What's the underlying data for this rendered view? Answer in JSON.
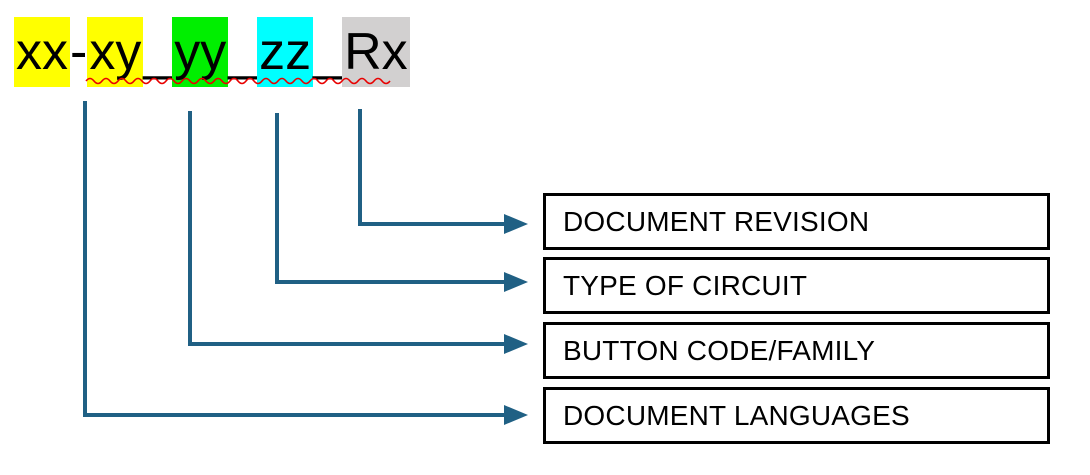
{
  "code": {
    "full_text": "xx-xy_yy_zz_Rx",
    "segments": [
      {
        "text": "xx",
        "highlight": "yellow"
      },
      {
        "text": "-",
        "highlight": "none"
      },
      {
        "text": "xy",
        "highlight": "yellow"
      },
      {
        "text": "_",
        "highlight": "none"
      },
      {
        "text": "yy",
        "highlight": "green"
      },
      {
        "text": "_",
        "highlight": "none"
      },
      {
        "text": "zz",
        "highlight": "cyan"
      },
      {
        "text": "_",
        "highlight": "none"
      },
      {
        "text": "Rx",
        "highlight": "gray"
      }
    ],
    "spellcheck_note": "red wavy underline under xy_yy_zz_Rx"
  },
  "legend": [
    {
      "label": "DOCUMENT REVISION",
      "maps_to": "Rx"
    },
    {
      "label": "TYPE OF CIRCUIT",
      "maps_to": "zz"
    },
    {
      "label": "BUTTON CODE/FAMILY",
      "maps_to": "yy"
    },
    {
      "label": "DOCUMENT LANGUAGES",
      "maps_to": "xx-xy"
    }
  ],
  "colors": {
    "highlight_yellow": "#ffff00",
    "highlight_green": "#00ef00",
    "highlight_cyan": "#00ffff",
    "highlight_gray": "#d2d0d0",
    "connector": "#206084",
    "spellcheck_squiggle": "#e80000",
    "box_border": "#000000",
    "text": "#000000",
    "background": "#ffffff"
  }
}
